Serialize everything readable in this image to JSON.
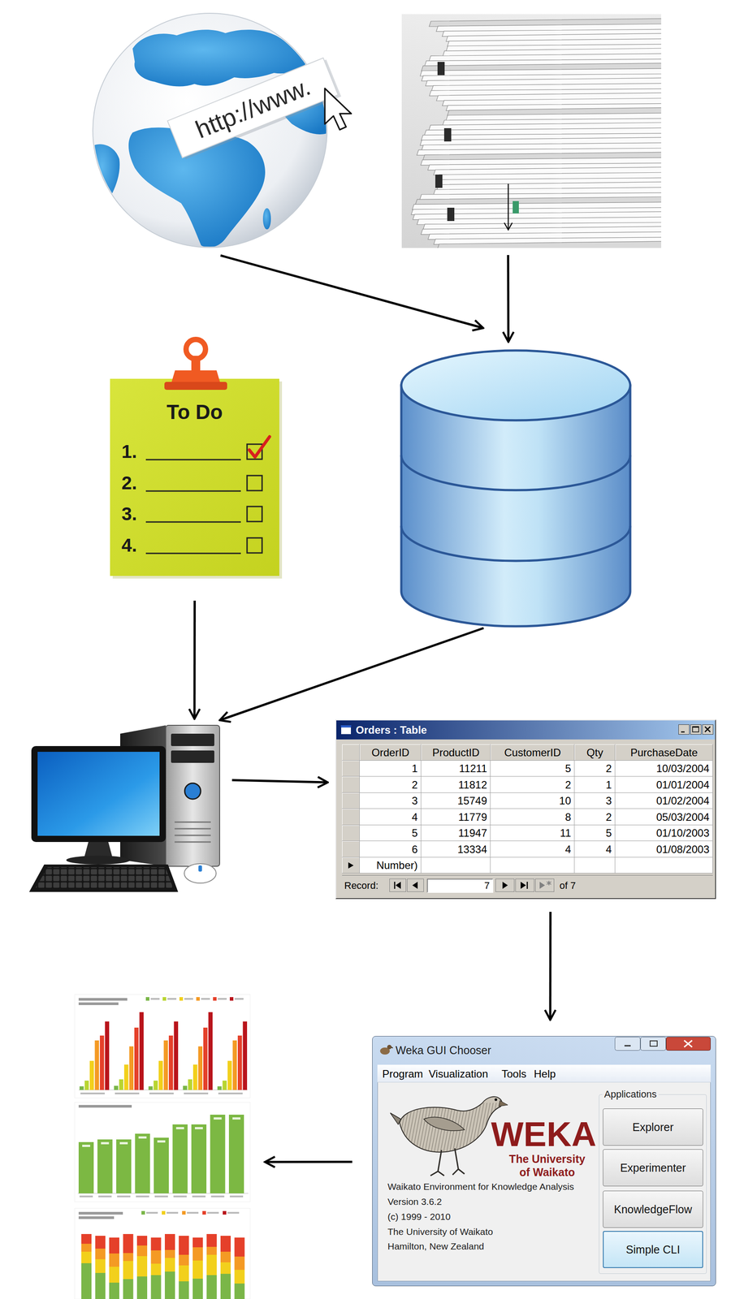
{
  "diagram": {
    "nodes": [
      {
        "text": [
          "http://www."
        ]
      },
      {
        "text": []
      },
      {
        "text": [
          "To Do",
          "1.",
          "2.",
          "3.",
          "4."
        ]
      },
      {
        "text": []
      },
      {
        "text": []
      },
      {
        "text": [
          "Orders : Table",
          "OrderID",
          "ProductID",
          "CustomerID",
          "Qty",
          "PurchaseDate",
          "1",
          "11211",
          "5",
          "2",
          "10/03/2004",
          "2",
          "11812",
          "2",
          "1",
          "01/01/2004",
          "3",
          "15749",
          "10",
          "3",
          "01/02/2004",
          "4",
          "11779",
          "8",
          "2",
          "05/03/2004",
          "5",
          "11947",
          "11",
          "5",
          "01/10/2003",
          "6",
          "13334",
          "4",
          "4",
          "01/08/2003",
          "Number)",
          "Record:",
          "7",
          "of 7"
        ]
      },
      {
        "text": []
      },
      {
        "text": [
          "Weka GUI Chooser",
          "Program",
          "Visualization",
          "Tools",
          "Help",
          "WEKA",
          "The University of Waikato",
          "Waikato Environment for Knowledge Analysis",
          "Version 3.6.2",
          "(c) 1999 - 2010",
          "The University of Waikato",
          "Hamilton, New Zealand",
          "Applications"
        ]
      },
      {
        "text": [
          "Explorer"
        ],
        "in": 7
      },
      {
        "text": [
          "Experimenter"
        ],
        "in": 7
      },
      {
        "text": [
          "KnowledgeFlow"
        ],
        "in": 7
      },
      {
        "text": [
          "Simple CLI"
        ],
        "in": 7
      }
    ],
    "edges": [
      {
        "from": 0,
        "to": 3,
        "arrow": "to"
      },
      {
        "from": 1,
        "to": 3,
        "arrow": "to"
      },
      {
        "from": 2,
        "to": 4,
        "arrow": "to"
      },
      {
        "from": 3,
        "to": 4,
        "arrow": "to"
      },
      {
        "from": 4,
        "to": 5,
        "arrow": "to"
      },
      {
        "from": 5,
        "to": 7,
        "arrow": "to"
      },
      {
        "from": 7,
        "to": 6,
        "arrow": "to"
      }
    ]
  }
}
